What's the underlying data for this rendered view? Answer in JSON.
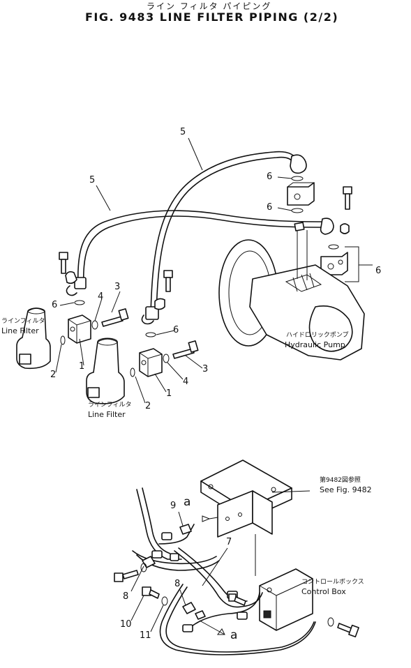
{
  "header": {
    "title_jp": "ライン フィルタ パイピング",
    "title": "FIG. 9483  LINE FILTER PIPING (2/2)"
  },
  "top_view": {
    "labels": {
      "line_filter_left_jp": "ラインフィルタ",
      "line_filter_left": "Line Filter",
      "line_filter_center_jp": "ラインフィルタ",
      "line_filter_center": "Line Filter",
      "hydraulic_pump_jp": "ハイドロリックポンプ",
      "hydraulic_pump": "Hydraulic Pump"
    },
    "callouts": {
      "hose_a": "5",
      "hose_b": "5",
      "oring_top1": "6",
      "oring_top2": "6",
      "oring_pump": "6",
      "oring_left": "6",
      "oring_center": "6",
      "washer_left": "4",
      "bolt_left": "3",
      "block_left": "1",
      "seal_left": "2",
      "block_center": "1",
      "seal_center": "2",
      "washer_center": "4",
      "bolt_center": "3"
    }
  },
  "bottom_view": {
    "labels": {
      "see_fig_jp": "第9482図参照",
      "see_fig": "See Fig. 9482",
      "control_box_jp": "コントロールボックス",
      "control_box": "Control Box"
    },
    "callouts": {
      "clip_top": "9",
      "ref_a_top": "a",
      "harness": "7",
      "clamp_left": "8",
      "clamp_center": "8",
      "bolt": "10",
      "washer": "11",
      "ref_a_bottom": "a"
    }
  }
}
